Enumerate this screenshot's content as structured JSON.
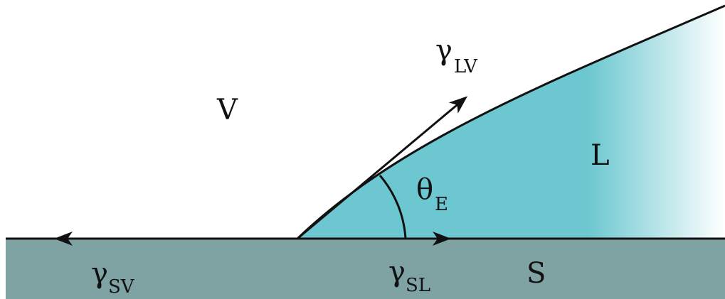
{
  "colors": {
    "background": "#ffffff",
    "substrate": "#7fa3a3",
    "liquid": "#6cc7d0",
    "liquid_fade": "#ffffff",
    "line": "#111111"
  },
  "labels": {
    "vapor": "V",
    "liquid": "L",
    "solid": "S",
    "gamma": "γ",
    "theta": "θ",
    "gamma_lv_sub": "LV",
    "gamma_sv_sub": "SV",
    "gamma_sl_sub": "SL",
    "theta_sub": "E"
  }
}
